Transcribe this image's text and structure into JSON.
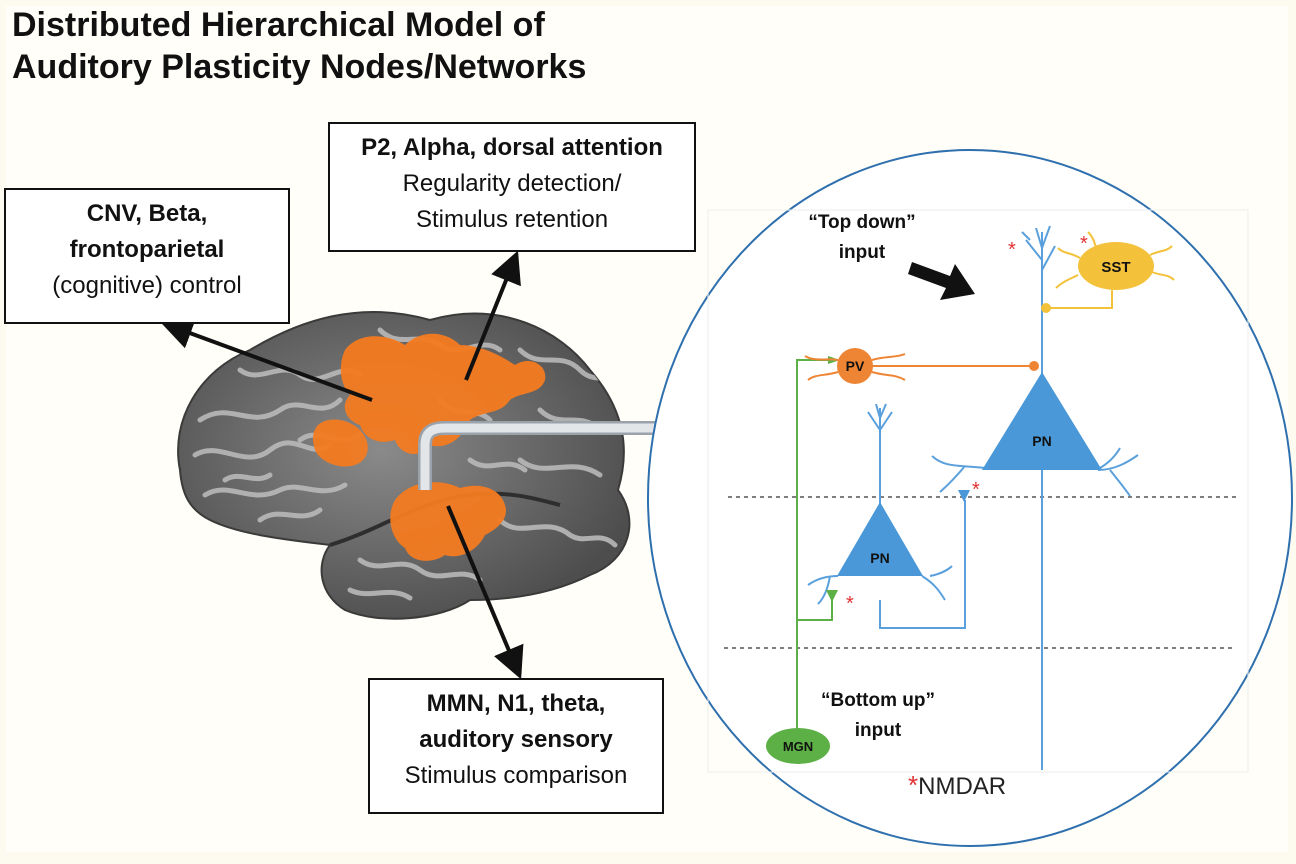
{
  "title": {
    "line1": "Distributed Hierarchical Model of",
    "line2": "Auditory Plasticity Nodes/Networks"
  },
  "boxes": {
    "p2": {
      "bold": "P2, Alpha, dorsal attention",
      "normal1": "Regularity detection/",
      "normal2": "Stimulus retention"
    },
    "cnv": {
      "bold1": "CNV, Beta,",
      "bold2": "frontoparietal",
      "normal": "(cognitive) control"
    },
    "mmn": {
      "bold1": "MMN, N1, theta,",
      "bold2": "auditory sensory",
      "normal": "Stimulus comparison"
    }
  },
  "circuit": {
    "top_down_line1": "“Top down”",
    "top_down_line2": "input",
    "bottom_up_line1": "“Bottom up”",
    "bottom_up_line2": "input",
    "sst": "SST",
    "pv": "PV",
    "pn_upper": "PN",
    "pn_lower": "PN",
    "mgn": "MGN",
    "star": "*",
    "legend_star": "*",
    "legend_text": "NMDAR"
  },
  "colors": {
    "brain_orange": "#f47b20",
    "neuron_blue": "#5aa0dc",
    "pv_orange": "#ee8534",
    "sst_yellow": "#f3c23a",
    "mgn_green": "#5db045",
    "nmdar_red": "#e23232",
    "ellipse_blue": "#2e6fae"
  }
}
